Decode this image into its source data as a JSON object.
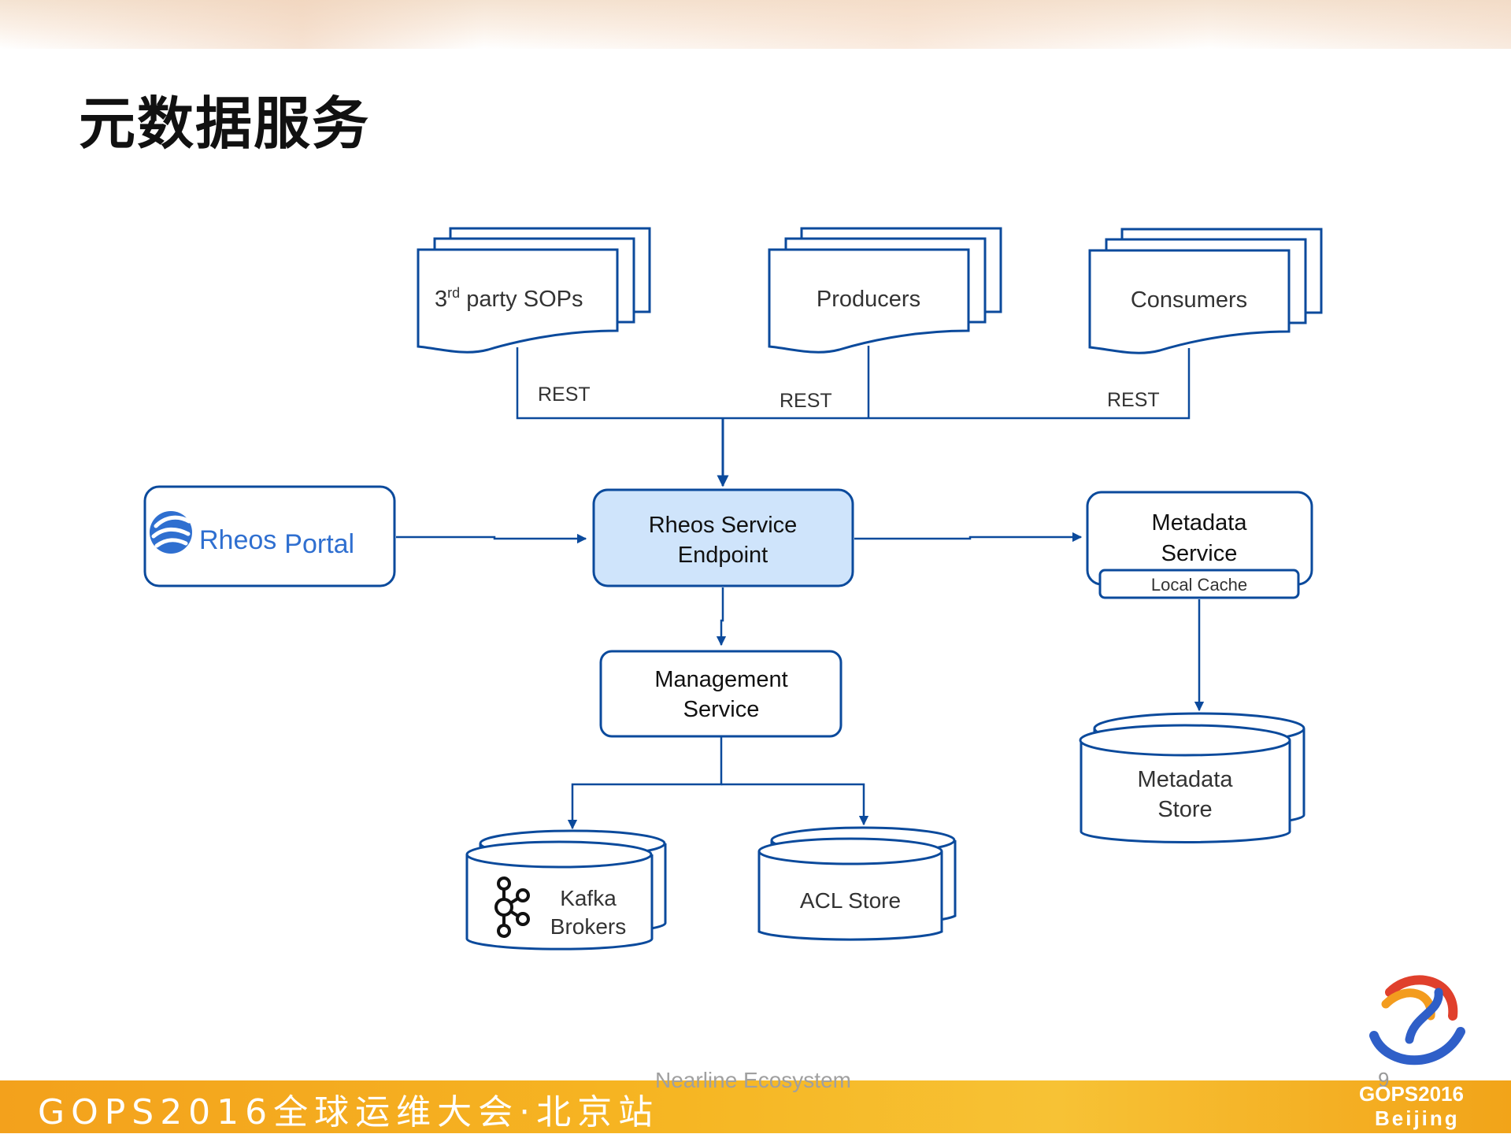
{
  "slide": {
    "title": "元数据服务",
    "footer_text": "GOPS2016全球运维大会·北京站",
    "footer_center": "Nearline Ecosystem",
    "page_number": "9",
    "logo_year": "GOPS2016",
    "logo_city": "Beijing"
  },
  "diagram": {
    "nodes": {
      "third_party": {
        "base": "3",
        "sup": "rd",
        "rest": " party SOPs"
      },
      "producers": "Producers",
      "consumers": "Consumers",
      "portal_part1": "Rheos",
      "portal_part2": "Portal",
      "endpoint_line1": "Rheos Service",
      "endpoint_line2": "Endpoint",
      "metadata_service_line1": "Metadata",
      "metadata_service_line2": "Service",
      "local_cache": "Local Cache",
      "management_line1": "Management",
      "management_line2": "Service",
      "metadata_store_line1": "Metadata",
      "metadata_store_line2": "Store",
      "kafka_line1": "Kafka",
      "kafka_line2": "Brokers",
      "acl_store": "ACL Store"
    },
    "edge_labels": {
      "rest_1": "REST",
      "rest_2": "REST",
      "rest_3": "REST"
    },
    "colors": {
      "stroke": "#0b4a9c",
      "endpoint_fill": "#cfe4fb",
      "portal_text": "#2f6fd0",
      "text": "#333333"
    }
  }
}
